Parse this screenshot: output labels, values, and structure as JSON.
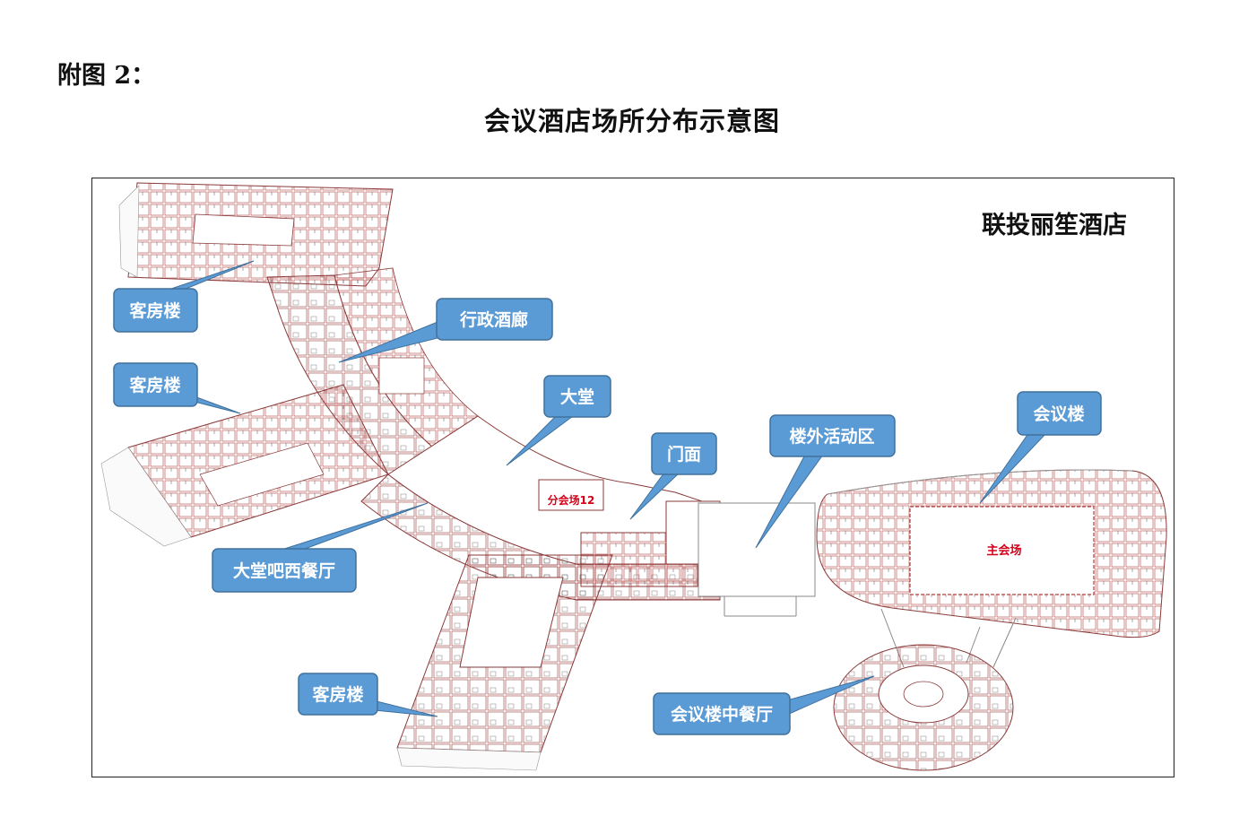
{
  "header": {
    "attachment_label": "附图 2：",
    "title": "会议酒店场所分布示意图"
  },
  "map": {
    "hotel_name": "联投丽笙酒店",
    "callouts": {
      "guest_room_1": "客房楼",
      "guest_room_2": "客房楼",
      "guest_room_3": "客房楼",
      "executive_lounge": "行政酒廊",
      "lobby": "大堂",
      "facade": "门面",
      "outdoor_area": "楼外活动区",
      "conference_building": "会议楼",
      "lobby_bar_restaurant": "大堂吧西餐厅",
      "chinese_restaurant": "会议楼中餐厅"
    },
    "rooms": {
      "sub_venue": "分会场12",
      "main_venue": "主会场"
    },
    "colors": {
      "callout_fill": "#5b9bd5",
      "callout_stroke": "#41719c",
      "callout_text": "#ffffff",
      "plan_line": "#b04040",
      "room_label": "#d4001a"
    }
  }
}
